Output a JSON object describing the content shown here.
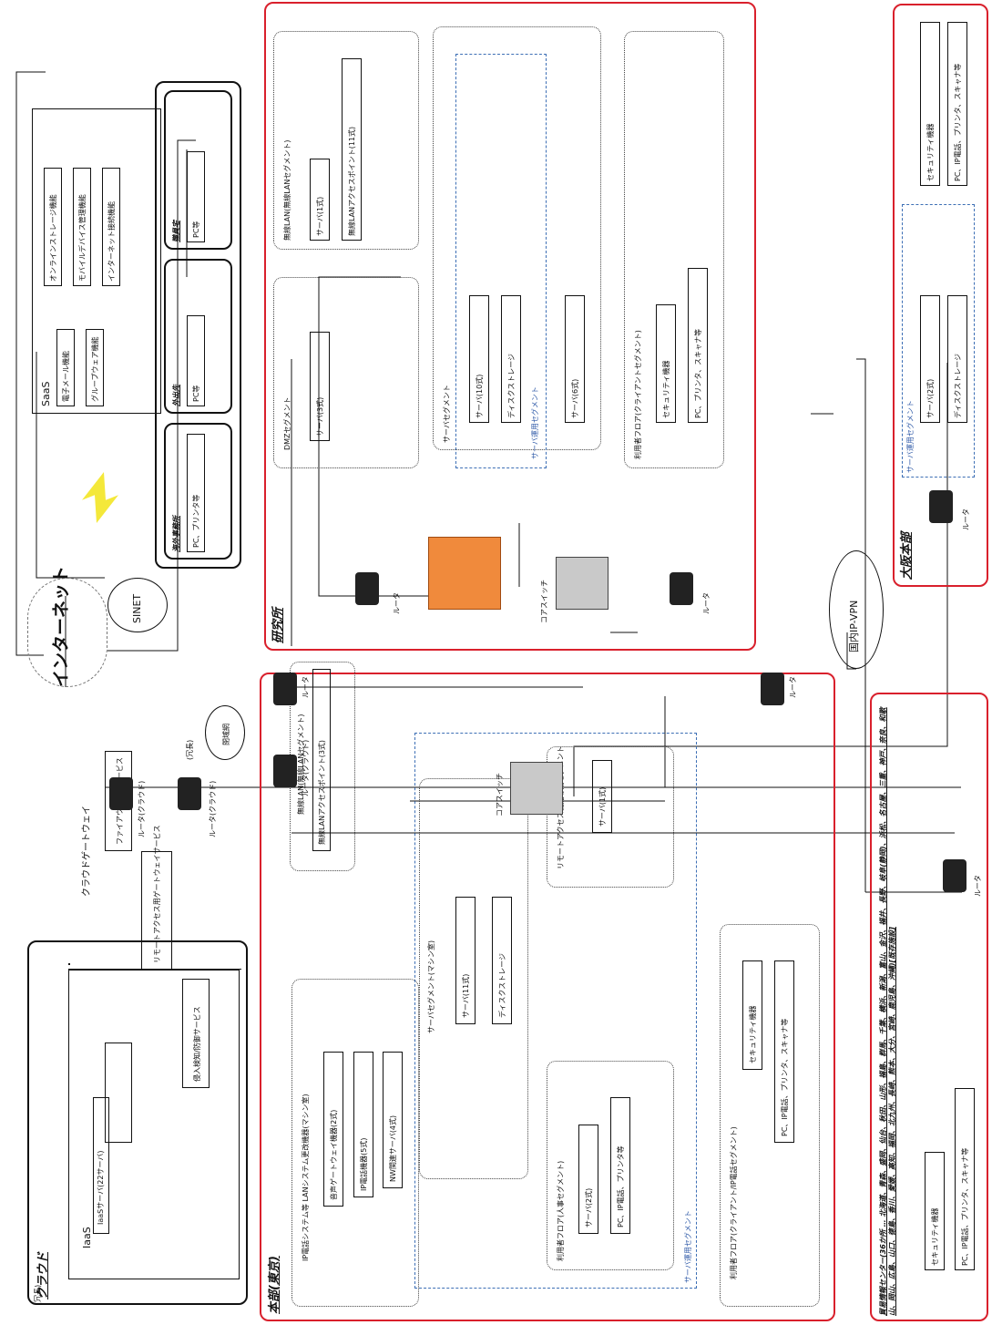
{
  "redundancy_note": "(冗長)",
  "cloud": {
    "title": "クラウド",
    "iaas": {
      "title": "IaaS",
      "server": "IaaSサーバ(22サーバ)"
    },
    "gateway": {
      "title": "クラウドゲートウェイ",
      "items": [
        "ファイアウォールサービス",
        "リモートアクセス用ゲートウェイサービス",
        "侵入検知/防御サービス"
      ]
    },
    "router_label": "ルータ(クラウド)"
  },
  "honbu": {
    "title": "本部(東京)",
    "lan_machine_room": {
      "title": "IP電話システム等 LANシステム更改機器(マシン室)",
      "items": [
        "音声ゲートウェイ機器(2式)",
        "IP電話機器(5式)",
        "NW関連サーバ(4式)"
      ]
    },
    "wireless": {
      "title": "無線LAN(無線LANセグメント)",
      "item": "無線LANアクセスポイント(3式)"
    },
    "server_segment": {
      "title": "サーバセグメント(マシン室)",
      "items": [
        "サーバ(11式)",
        "ディスクストレージ"
      ]
    },
    "remote_access": {
      "title": "リモートアクセス機能専用セグメント",
      "item": "サーバ(1式)"
    },
    "hr_floor": {
      "title": "利用者フロア(人事セグメント)",
      "items": [
        "サーバ(2式)",
        "PC、IP電話、プリンタ等"
      ]
    },
    "server_ops_label": "サーバ運用セグメント",
    "user_floor": {
      "title": "利用者フロア(クライアント/IP電話セグメント)",
      "items": [
        "セキュリティ機器",
        "PC、IP電話、プリンタ、スキャナ等"
      ]
    },
    "core_switch": "コアスイッチ",
    "router": "ルータ",
    "router_cloud": "ルータ(クラウド)",
    "closed_network": "閉域網",
    "redundancy": "(冗長)"
  },
  "internet": "インターネット",
  "sinet": "SINET",
  "saas": {
    "title": "SaaS",
    "items": [
      "電子メール機能",
      "グループウェア機能",
      "オンラインストレージ機能",
      "モバイルデバイス管理機能",
      "インターネット接続機能"
    ]
  },
  "remote_sites": [
    {
      "title": "海外事務所",
      "item": "PC、プリンタ等"
    },
    {
      "title": "外出先",
      "item": "PC等"
    },
    {
      "title": "職員宅",
      "item": "PC等"
    }
  ],
  "lab": {
    "title": "研究所",
    "dmz": {
      "title": "DMZセグメント",
      "item": "サーバ(3式)"
    },
    "wireless": {
      "title": "無線LAN(無線LANセグメント)",
      "items": [
        "サーバ(1式)",
        "無線LANアクセスポイント(11式)"
      ]
    },
    "server_segment": {
      "title": "サーバセグメント",
      "ops_label": "サーバ運用セグメント",
      "items": [
        "サーバ(10式)",
        "ディスクストレージ",
        "サーバ(6式)"
      ]
    },
    "user_floor": {
      "title": "利用者フロア(クライアントセグメント)",
      "items": [
        "セキュリティ機器",
        "PC、プリンタ、スキャナ等"
      ]
    },
    "router": "ルータ",
    "core_switch": "コアスイッチ"
  },
  "domestic_vpn": "国内IP-VPN",
  "osaka": {
    "title": "大阪本部",
    "ops_label": "サーバ運用セグメント",
    "items": [
      "サーバ(2式)",
      "ディスクストレージ"
    ],
    "floor_items": [
      "セキュリティ機器",
      "PC、IP電話、プリンタ、スキャナ等"
    ],
    "router": "ルータ"
  },
  "regional": {
    "title": "貿易情報センター(36か所 … 北海道、青森、盛岡、仙台、秋田、山形、福島、群馬、千葉、横浜、新潟、富山、金沢、福井、長野、岐阜(静岡)、浜松、名古屋、三重、神戸、奈良、和歌山、岡山、広島、山口、徳島、香川、愛媛、高知、福岡、北九州、長崎、熊本、大分、宮崎、鹿児島、沖縄)[既存施設]",
    "items": [
      "セキュリティ機器",
      "PC、IP電話、プリンタ、スキャナ等"
    ],
    "router": "ルータ"
  },
  "colors": {
    "site_border": "#d9202c",
    "segment_dash": "#3d6fb5",
    "firewall": "#f08a3c",
    "switch": "#c9c9c9"
  }
}
